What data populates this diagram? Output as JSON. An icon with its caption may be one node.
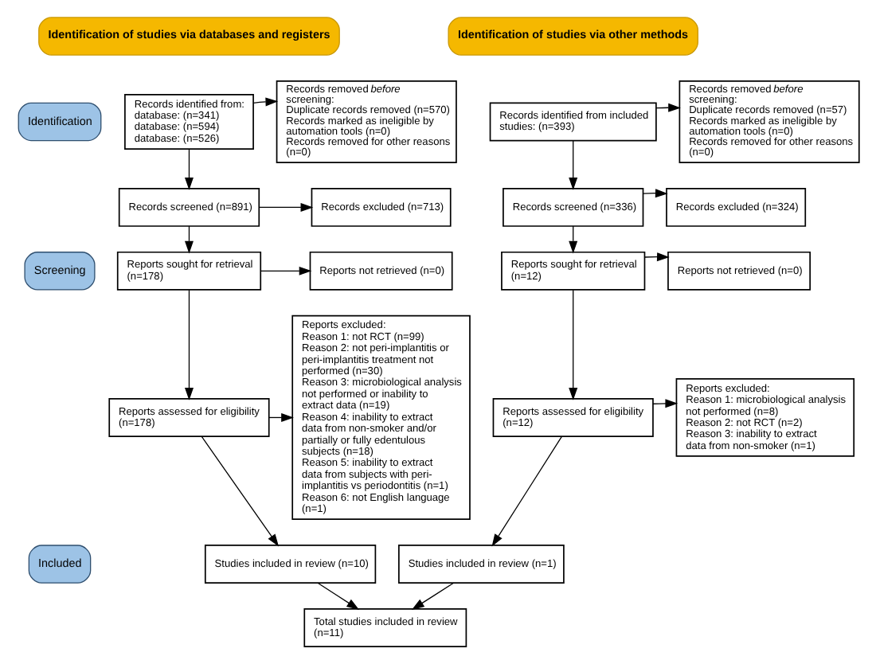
{
  "diagram": {
    "nodes": [
      {
        "text": [
          "Identification of studies via databases and registers"
        ]
      },
      {
        "text": [
          "Identification of studies via other methods"
        ]
      },
      {
        "text": [
          "Identification"
        ]
      },
      {
        "text": [
          "Screening"
        ]
      },
      {
        "text": [
          "Included"
        ]
      },
      {
        "text": [
          "Records identified from:",
          "database: (n=341)",
          "database: (n=594)",
          "database: (n=526)"
        ]
      },
      {
        "text": [
          "Records removed *before* screening:",
          "Duplicate records removed (n=570)",
          "Records marked as ineligible by automation tools (n=0)",
          "Records removed for other reasons (n=0)"
        ]
      },
      {
        "text": [
          "Records screened (n=891)"
        ]
      },
      {
        "text": [
          "Records excluded (n=713)"
        ]
      },
      {
        "text": [
          "Reports sought for retrieval (n=178)"
        ]
      },
      {
        "text": [
          "Reports not retrieved (n=0)"
        ]
      },
      {
        "text": [
          "Reports assessed for eligibility (n=178)"
        ]
      },
      {
        "text": [
          "Reports excluded:",
          "Reason 1: not RCT (n=99)",
          "Reason 2: not peri-implantitis or peri-implantitis treatment not performed (n=30)",
          "Reason 3: microbiological analysis not performed or inability to extract data (n=19)",
          "Reason 4: inability to extract data from non-smoker and/or partially or fully edentulous subjects (n=18)",
          "Reason 5: inability to extract data from subjects with peri-implantitis vs periodontitis (n=1)",
          "Reason 6: not English language (n=1)"
        ]
      },
      {
        "text": [
          "Studies included in review (n=10)"
        ]
      },
      {
        "text": [
          "Records identified from included studies: (n=393)"
        ]
      },
      {
        "text": [
          "Records removed *before* screening:",
          "Duplicate records removed (n=57)",
          "Records marked as ineligible by automation tools (n=0)",
          "Records removed for other reasons (n=0)"
        ]
      },
      {
        "text": [
          "Records screened (n=336)"
        ]
      },
      {
        "text": [
          "Records excluded (n=324)"
        ]
      },
      {
        "text": [
          "Reports sought for retrieval (n=12)"
        ]
      },
      {
        "text": [
          "Reports not retrieved (n=0)"
        ]
      },
      {
        "text": [
          "Reports assessed for eligibility (n=12)"
        ]
      },
      {
        "text": [
          "Reports excluded:",
          "Reason 1: microbiological analysis not performed (n=8)",
          "Reason 2: not RCT (n=2)",
          "Reason 3: inability to extract data from non-smoker (n=1)"
        ]
      },
      {
        "text": [
          "Studies included in review (n=1)"
        ]
      },
      {
        "text": [
          "Total studies included in review (n=11)"
        ]
      }
    ],
    "edges": [
      {
        "from": 5,
        "to": 6,
        "arrow": "to"
      },
      {
        "from": 5,
        "to": 7,
        "arrow": "to"
      },
      {
        "from": 7,
        "to": 8,
        "arrow": "to"
      },
      {
        "from": 7,
        "to": 9,
        "arrow": "to"
      },
      {
        "from": 9,
        "to": 10,
        "arrow": "to"
      },
      {
        "from": 9,
        "to": 11,
        "arrow": "to"
      },
      {
        "from": 11,
        "to": 12,
        "arrow": "to"
      },
      {
        "from": 11,
        "to": 13,
        "arrow": "to"
      },
      {
        "from": 13,
        "to": 23,
        "arrow": "to"
      },
      {
        "from": 14,
        "to": 15,
        "arrow": "to"
      },
      {
        "from": 14,
        "to": 16,
        "arrow": "to"
      },
      {
        "from": 16,
        "to": 17,
        "arrow": "to"
      },
      {
        "from": 16,
        "to": 18,
        "arrow": "to"
      },
      {
        "from": 18,
        "to": 19,
        "arrow": "to"
      },
      {
        "from": 18,
        "to": 20,
        "arrow": "to"
      },
      {
        "from": 20,
        "to": 21,
        "arrow": "to"
      },
      {
        "from": 20,
        "to": 22,
        "arrow": "to"
      },
      {
        "from": 22,
        "to": 23,
        "arrow": "to"
      }
    ]
  }
}
